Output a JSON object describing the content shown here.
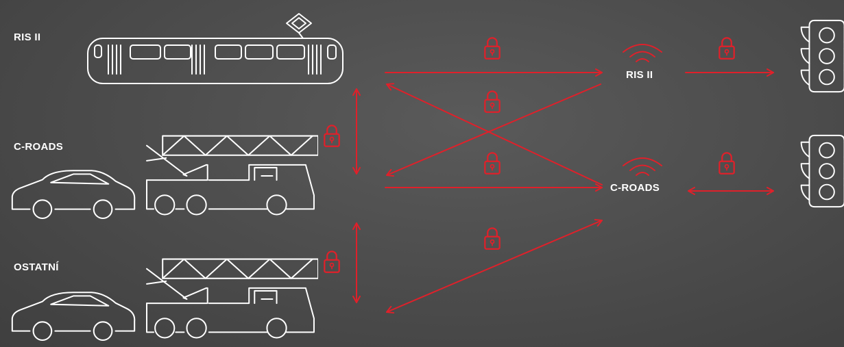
{
  "left_labels": {
    "ris": "RIS II",
    "croads": "C-ROADS",
    "other": "OSTATNÍ"
  },
  "nodes": {
    "ris": "RIS II",
    "croads": "C-ROADS"
  },
  "icons": {
    "tram": "tram-icon",
    "car": "car-icon",
    "fire_truck": "fire-truck-icon",
    "lock": "lock-icon",
    "wifi": "wireless-signal-icon",
    "traffic_light": "traffic-light-icon"
  },
  "colors": {
    "background": "#4b4b4b",
    "line": "#ffffff",
    "accent": "#e0202a"
  }
}
